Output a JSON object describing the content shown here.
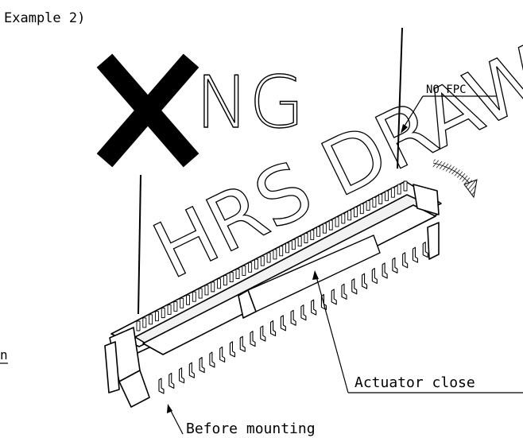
{
  "header": {
    "example_label": "Example 2)"
  },
  "verdict": {
    "mark_icon": "cross-mark-icon",
    "text": "NG"
  },
  "watermark": {
    "text": "HRS DRAWING",
    "color": "#000000"
  },
  "callouts": {
    "no_fpc": "NO FPC",
    "actuator": "Actuator close",
    "mounting": "Before mounting",
    "edge_fragment": "n"
  },
  "colors": {
    "line": "#000000",
    "background": "#ffffff"
  }
}
